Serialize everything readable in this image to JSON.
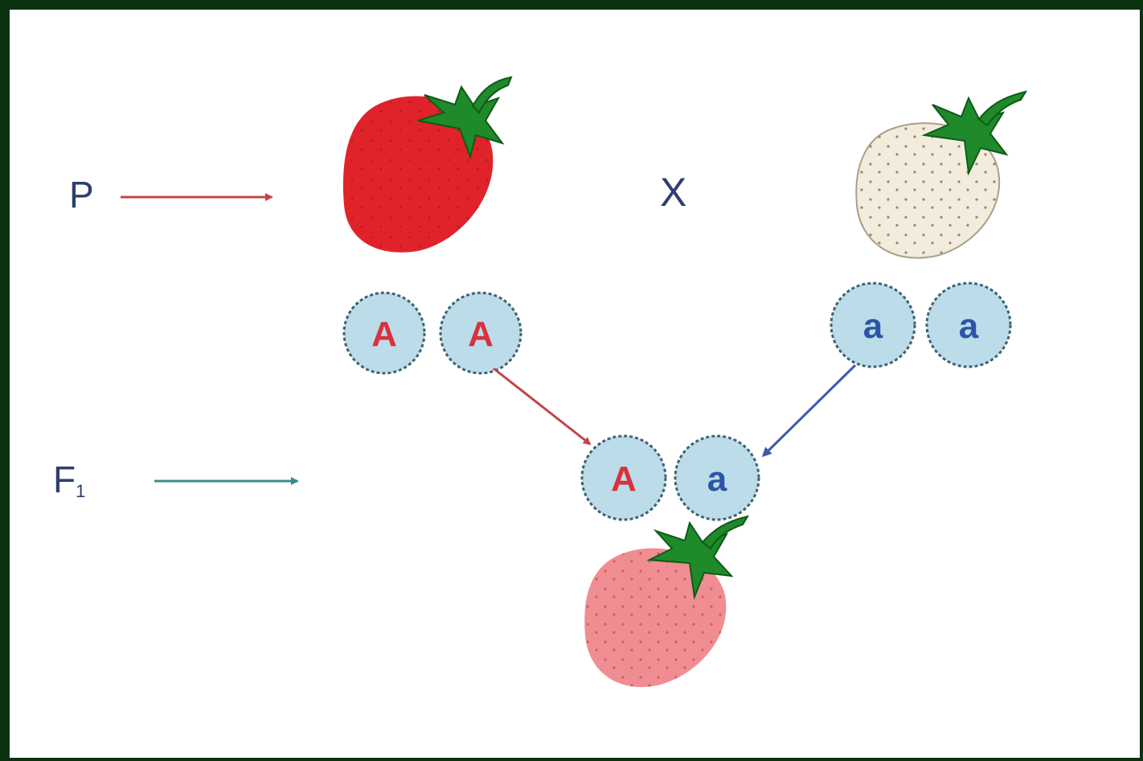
{
  "generations": {
    "parent_label": "P",
    "f1_label": "F",
    "f1_subscript": "1"
  },
  "cross_symbol": "X",
  "parents": {
    "red": {
      "fruit_icon": "red-strawberry-icon",
      "alleles": [
        "A",
        "A"
      ],
      "allele_color": "#d8323c"
    },
    "white": {
      "fruit_icon": "white-strawberry-icon",
      "alleles": [
        "a",
        "a"
      ],
      "allele_color": "#2c55a8"
    }
  },
  "offspring": {
    "fruit_icon": "pink-strawberry-icon",
    "alleles": [
      "A",
      "a"
    ]
  },
  "colors": {
    "frame": "#0a3310",
    "allele_circle_fill": "#bcdcea",
    "allele_circle_stroke": "#3d6470",
    "red_fruit": "#e0232a",
    "white_fruit": "#f1ecdb",
    "pink_fruit": "#f08d92",
    "leaf": "#1e8a2a",
    "arrow_red": "#c2454b",
    "arrow_blue": "#3f5aa8",
    "arrow_teal": "#3a8d8c"
  }
}
